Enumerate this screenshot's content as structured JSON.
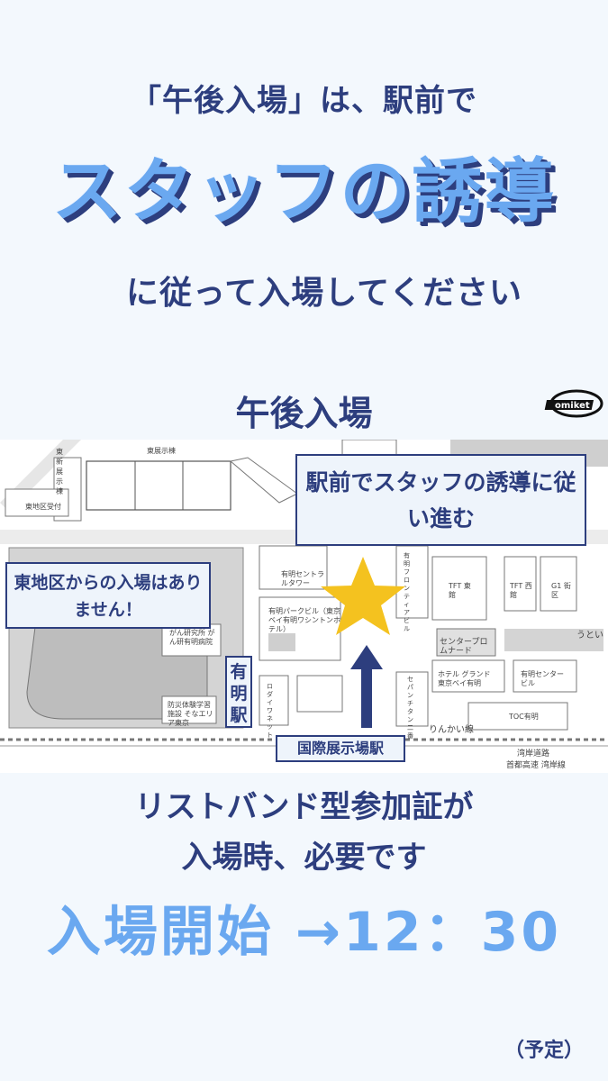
{
  "headline": {
    "line1": "「午後入場」は、駅前で",
    "line2": "スタッフの誘導",
    "line3": "に従って入場してください"
  },
  "section_title": "午後入場",
  "logo_text": "omiket",
  "map": {
    "labels": {
      "east_hall": "東展示棟",
      "new_east_hall": "東新展示棟",
      "east_reception": "東地区受付",
      "central_tower": "有明セントラルタワー",
      "park_building": "有明パークビル（東京ベイ有明ワシントンホテル）",
      "frontier": "有明フロンティアビル",
      "cancer_institute": "がん研究所 がん研有明病院",
      "disaster_facility": "防災体験学習施設 そなエリア東京",
      "tft_east": "TFT 東館",
      "tft_west": "TFT 西館",
      "g1": "G1 街区",
      "center_promenade": "センタープロムナード",
      "grand_hotel": "ホテル グランド 東京ベイ有明",
      "ariake_center": "有明センタービル",
      "toc": "TOC有明",
      "rinkai": "りんかい線",
      "wangan_road": "湾岸道路",
      "expressway": "首都高速 湾岸線",
      "utsui": "うとい",
      "daiwa": "ロダイワネット",
      "sevenisland": "セパンチタン二番"
    },
    "callout_staff": "駅前でスタッフの誘導に従い進む",
    "callout_east": "東地区からの入場はありません！",
    "station_ariake": "有明駅",
    "station_kokusai": "国際展示場駅"
  },
  "note1": "リストバンド型参加証が",
  "note2": "入場時、必要です",
  "start_time": "入場開始 →12：30",
  "tentative": "（予定）",
  "colors": {
    "navy": "#2d3e7e",
    "accent_blue": "#6aa8f0",
    "star": "#f4c21f",
    "background": "#f3f8fd"
  }
}
